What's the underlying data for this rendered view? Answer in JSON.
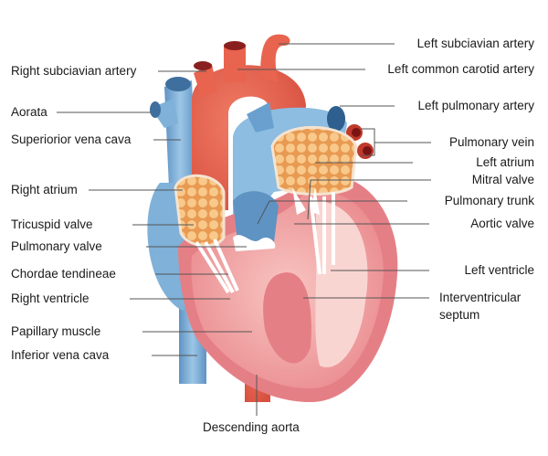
{
  "left_labels": {
    "right_subclavian_artery": "Right subciavian artery",
    "aorta": "Aorata",
    "superior_vena_cava": "Superiorior vena cava",
    "right_atrium": "Right atrium",
    "tricuspid_valve": "Tricuspid valve",
    "pulmonary_valve": "Pulmonary valve",
    "chordae_tendineae": "Chordae tendineae",
    "right_ventricle": "Right ventricle",
    "papillary_muscle": "Papillary muscle",
    "inferior_vena_cava": "Inferior vena cava"
  },
  "right_labels": {
    "left_subclavian_artery": "Left subciavian artery",
    "left_common_carotid_artery": "Left common carotid artery",
    "left_pulmonary_artery": "Left pulmonary artery",
    "pulmonary_vein": "Pulmonary vein",
    "left_atrium": "Left atrium",
    "mitral_valve": "Mitral valve",
    "pulmonary_trunk": "Pulmonary trunk",
    "aortic_valve": "Aortic valve",
    "left_ventricle": "Left ventricle",
    "interventricular_septum_1": "Interventricular",
    "interventricular_septum_2": "septum"
  },
  "bottom_labels": {
    "descending_aorta": "Descending aorta"
  },
  "colors": {
    "artery": "#e8644f",
    "vein": "#7fb1d9",
    "muscle": "#f3a3a3",
    "muscle_dark": "#e57f86",
    "atrium_tissue": "#f2b06a",
    "leader_line": "#555555"
  }
}
